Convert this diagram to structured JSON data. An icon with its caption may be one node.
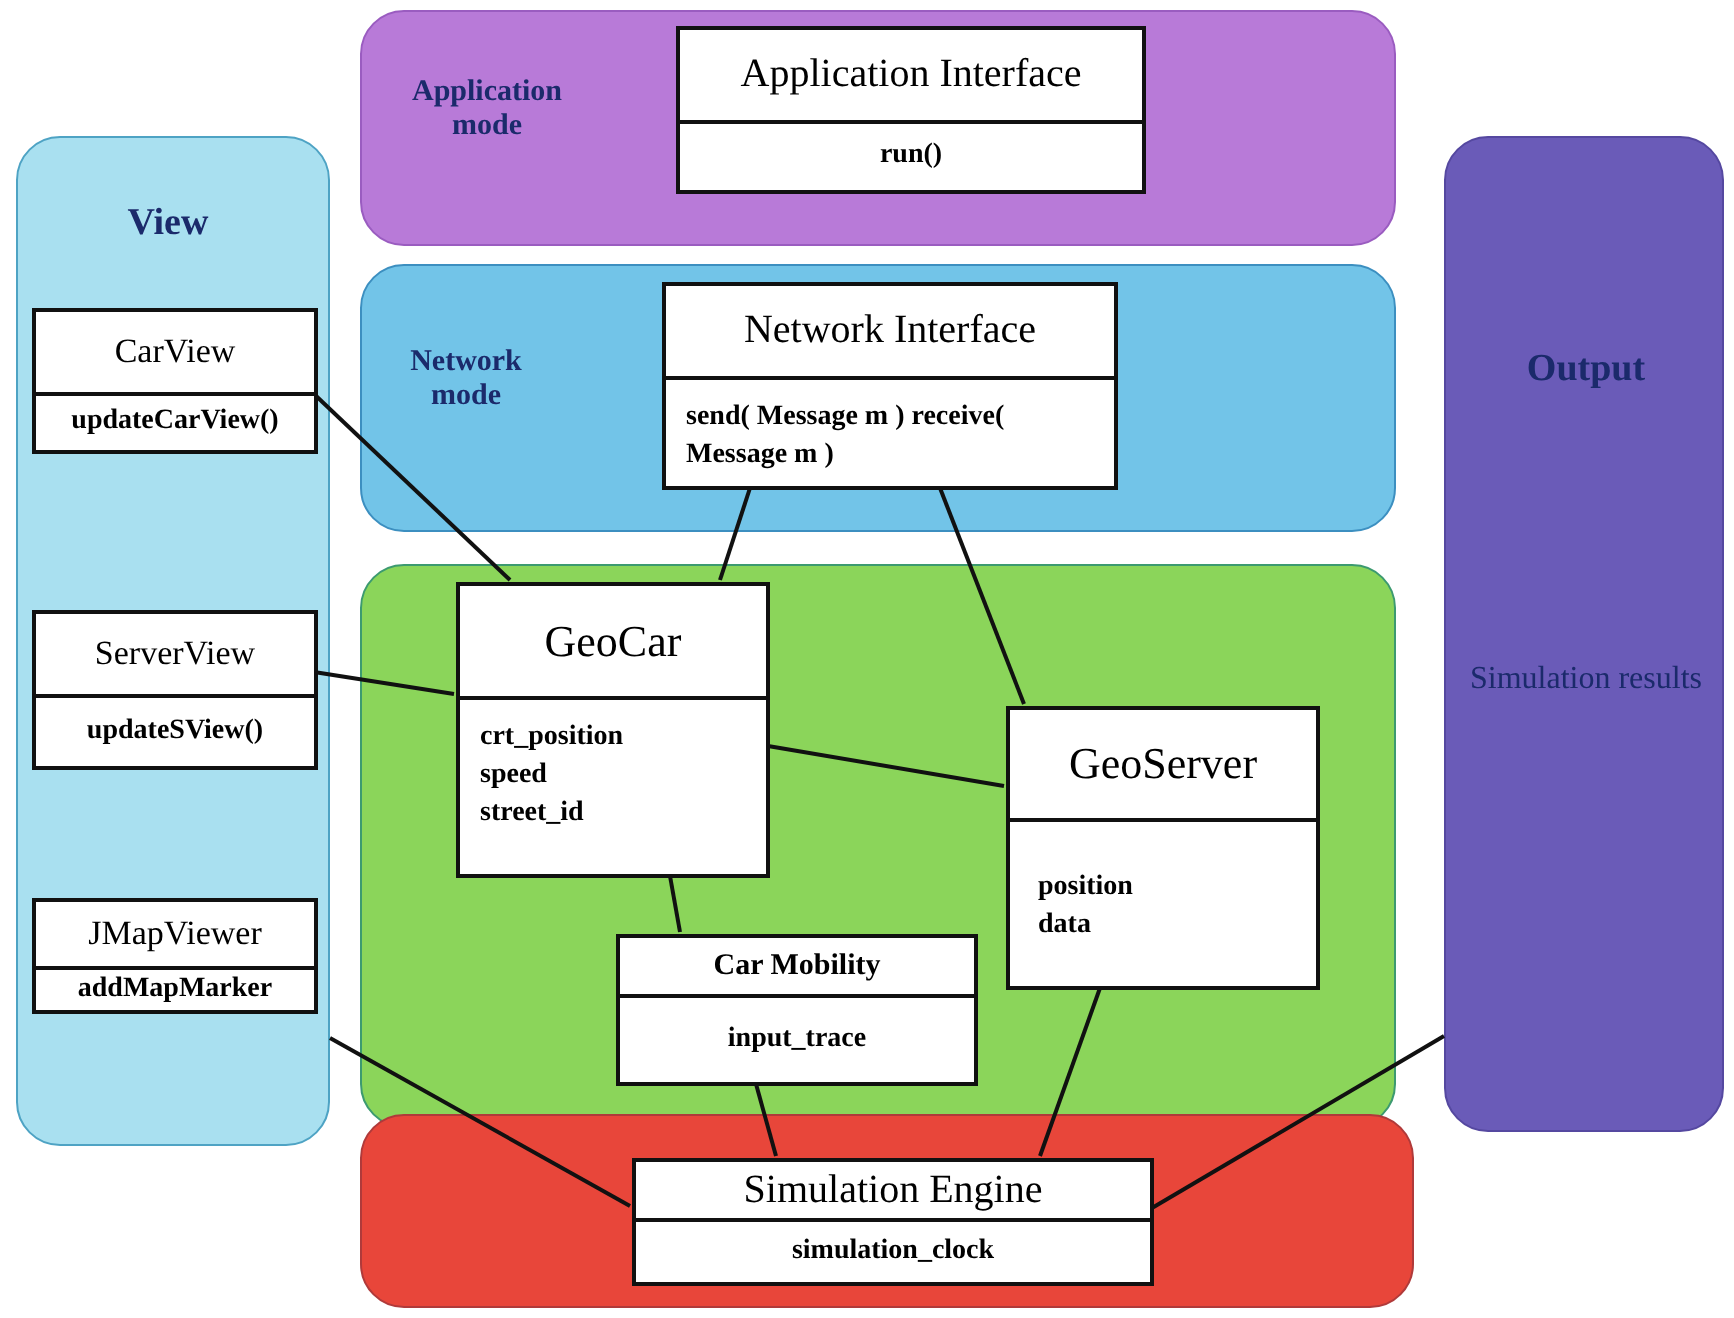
{
  "diagram": {
    "nodes": [
      {
        "text": [
          "View"
        ]
      },
      {
        "text": [
          "CarView",
          "updateCarView()"
        ],
        "in": 0
      },
      {
        "text": [
          "ServerView",
          "updateSView()"
        ],
        "in": 0
      },
      {
        "text": [
          "JMapViewer",
          "addMapMarker"
        ],
        "in": 0
      },
      {
        "text": [
          "Application mode"
        ]
      },
      {
        "text": [
          "Application Interface",
          "run()"
        ],
        "in": 4
      },
      {
        "text": [
          "Network mode"
        ]
      },
      {
        "text": [
          "Network Interface",
          "send( Message m ) receive( Message m )"
        ],
        "in": 6
      },
      {
        "text": [],
        "shape": "box"
      },
      {
        "text": [
          "GeoCar",
          "crt_position speed street_id"
        ],
        "in": 8
      },
      {
        "text": [
          "GeoServer",
          "position data"
        ],
        "in": 8
      },
      {
        "text": [
          "Car Mobility",
          "input_trace"
        ],
        "in": 8
      },
      {
        "text": [],
        "shape": "box"
      },
      {
        "text": [
          "Simulation Engine",
          "simulation_clock"
        ],
        "in": 12
      },
      {
        "text": [
          "Output",
          "Simulation results"
        ]
      }
    ],
    "edges": [
      {
        "from": 1,
        "to": 9,
        "arrow": "none"
      },
      {
        "from": 2,
        "to": 9,
        "arrow": "none"
      },
      {
        "from": 0,
        "to": 13,
        "arrow": "none"
      },
      {
        "from": 7,
        "to": 9,
        "arrow": "none"
      },
      {
        "from": 7,
        "to": 10,
        "arrow": "none"
      },
      {
        "from": 9,
        "to": 10,
        "arrow": "none"
      },
      {
        "from": 9,
        "to": 11,
        "arrow": "none"
      },
      {
        "from": 11,
        "to": 13,
        "arrow": "none"
      },
      {
        "from": 10,
        "to": 13,
        "arrow": "none"
      },
      {
        "from": 14,
        "to": 13,
        "arrow": "none"
      }
    ]
  }
}
